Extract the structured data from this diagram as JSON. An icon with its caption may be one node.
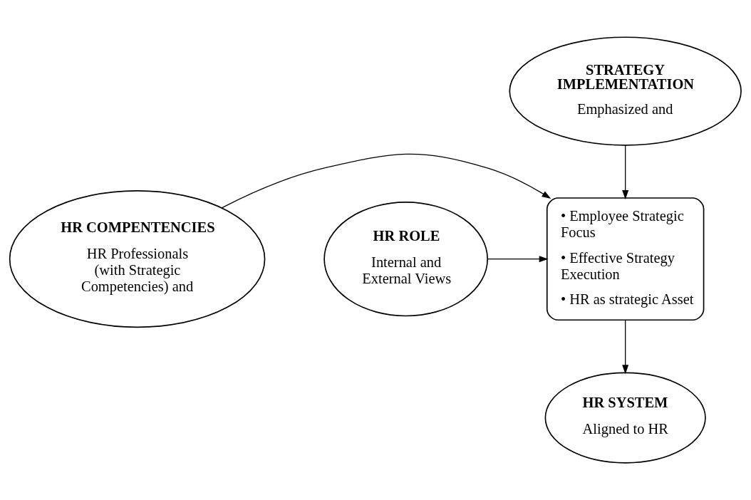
{
  "diagram": {
    "nodes": [
      {
        "text": [
          "STRATEGY IMPLEMENTATION",
          "Emphasized and"
        ]
      },
      {
        "text": [
          "HR COMPENTENCIES",
          "HR Professionals (with Strategic Competencies) and"
        ]
      },
      {
        "text": [
          "• Employee Strategic Focus",
          "• Effective Strategy Execution",
          "• HR as strategic Asset"
        ]
      },
      {
        "text": [
          "HR ROLE",
          "Internal and External Views"
        ]
      },
      {
        "text": [
          "HR SYSTEM",
          "Aligned to HR"
        ]
      }
    ],
    "edges": [
      {
        "from": 0,
        "to": 2,
        "arrow": "to"
      },
      {
        "from": 1,
        "to": 2,
        "arrow": "to"
      },
      {
        "from": 3,
        "to": 2,
        "arrow": "to"
      },
      {
        "from": 2,
        "to": 4,
        "arrow": "to"
      }
    ]
  }
}
